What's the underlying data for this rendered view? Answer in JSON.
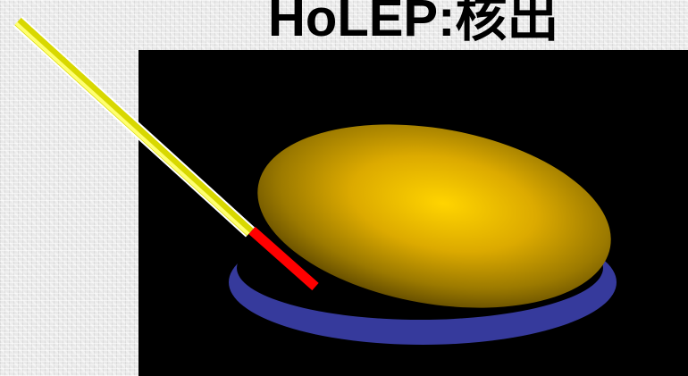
{
  "slide": {
    "title": "HoLEP:核出"
  },
  "colors": {
    "background_panel": "#000000",
    "prostate_lobe": "#f2c400",
    "capsule": "#363a9c",
    "fiber_sheath": "#e8e800",
    "laser_tip": "#ff0000"
  },
  "icons": {
    "laser_fiber": "laser-fiber-icon",
    "prostate_lobe": "prostate-lobe-shape",
    "capsule": "capsule-shape"
  }
}
